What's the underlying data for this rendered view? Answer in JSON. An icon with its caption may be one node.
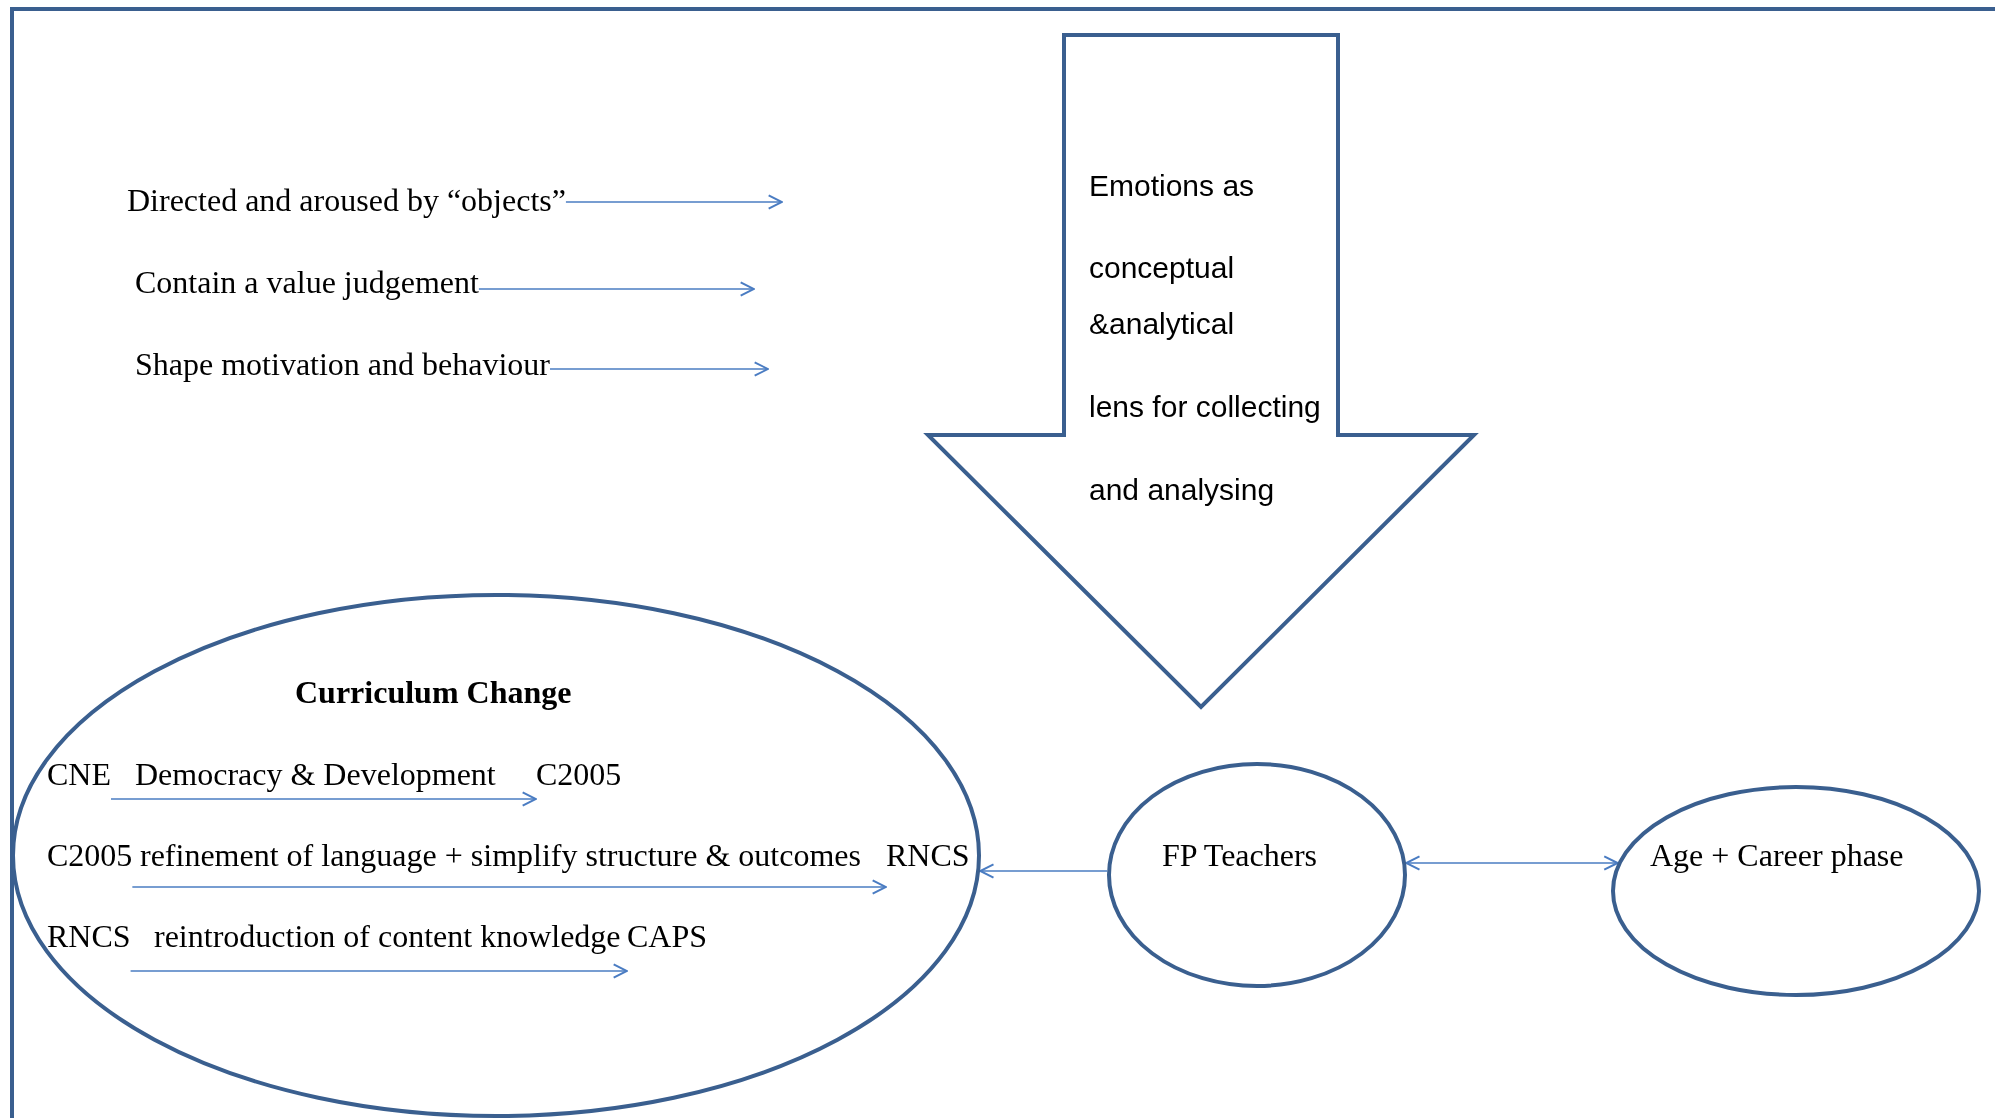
{
  "diagram": {
    "nodes": [
      {
        "text": [
          "Directed and aroused by “objects”"
        ]
      },
      {
        "text": [
          "Contain a value judgement"
        ]
      },
      {
        "text": [
          "Shape motivation and behaviour"
        ]
      },
      {
        "text": [
          "Emotions as",
          "conceptual &analytical",
          "lens for collecting",
          "and analysing"
        ]
      },
      {
        "text": [
          "Curriculum Change"
        ]
      },
      {
        "text": [
          "CNE"
        ],
        "in": 4
      },
      {
        "text": [
          "C2005"
        ],
        "in": 4
      },
      {
        "text": [
          "C2005"
        ],
        "in": 4
      },
      {
        "text": [
          "RNCS"
        ],
        "in": 4
      },
      {
        "text": [
          "RNCS"
        ],
        "in": 4
      },
      {
        "text": [
          "CAPS"
        ],
        "in": 4
      },
      {
        "text": [
          "FP Teachers"
        ]
      },
      {
        "text": [
          "Age + Career phase"
        ]
      }
    ],
    "edges": [
      {
        "from": 0,
        "to": null,
        "arrow": "to"
      },
      {
        "from": 1,
        "to": null,
        "arrow": "to"
      },
      {
        "from": 2,
        "to": null,
        "arrow": "to"
      },
      {
        "from": 5,
        "to": 6,
        "arrow": "to",
        "label": "Democracy & Development"
      },
      {
        "from": 7,
        "to": 8,
        "arrow": "to",
        "label": "refinement of language + simplify structure & outcomes"
      },
      {
        "from": 9,
        "to": 10,
        "arrow": "to",
        "label": "reintroduction of content knowledge"
      },
      {
        "from": 11,
        "to": 4,
        "arrow": "to"
      },
      {
        "from": 11,
        "to": 12,
        "arrow": "both"
      }
    ]
  }
}
